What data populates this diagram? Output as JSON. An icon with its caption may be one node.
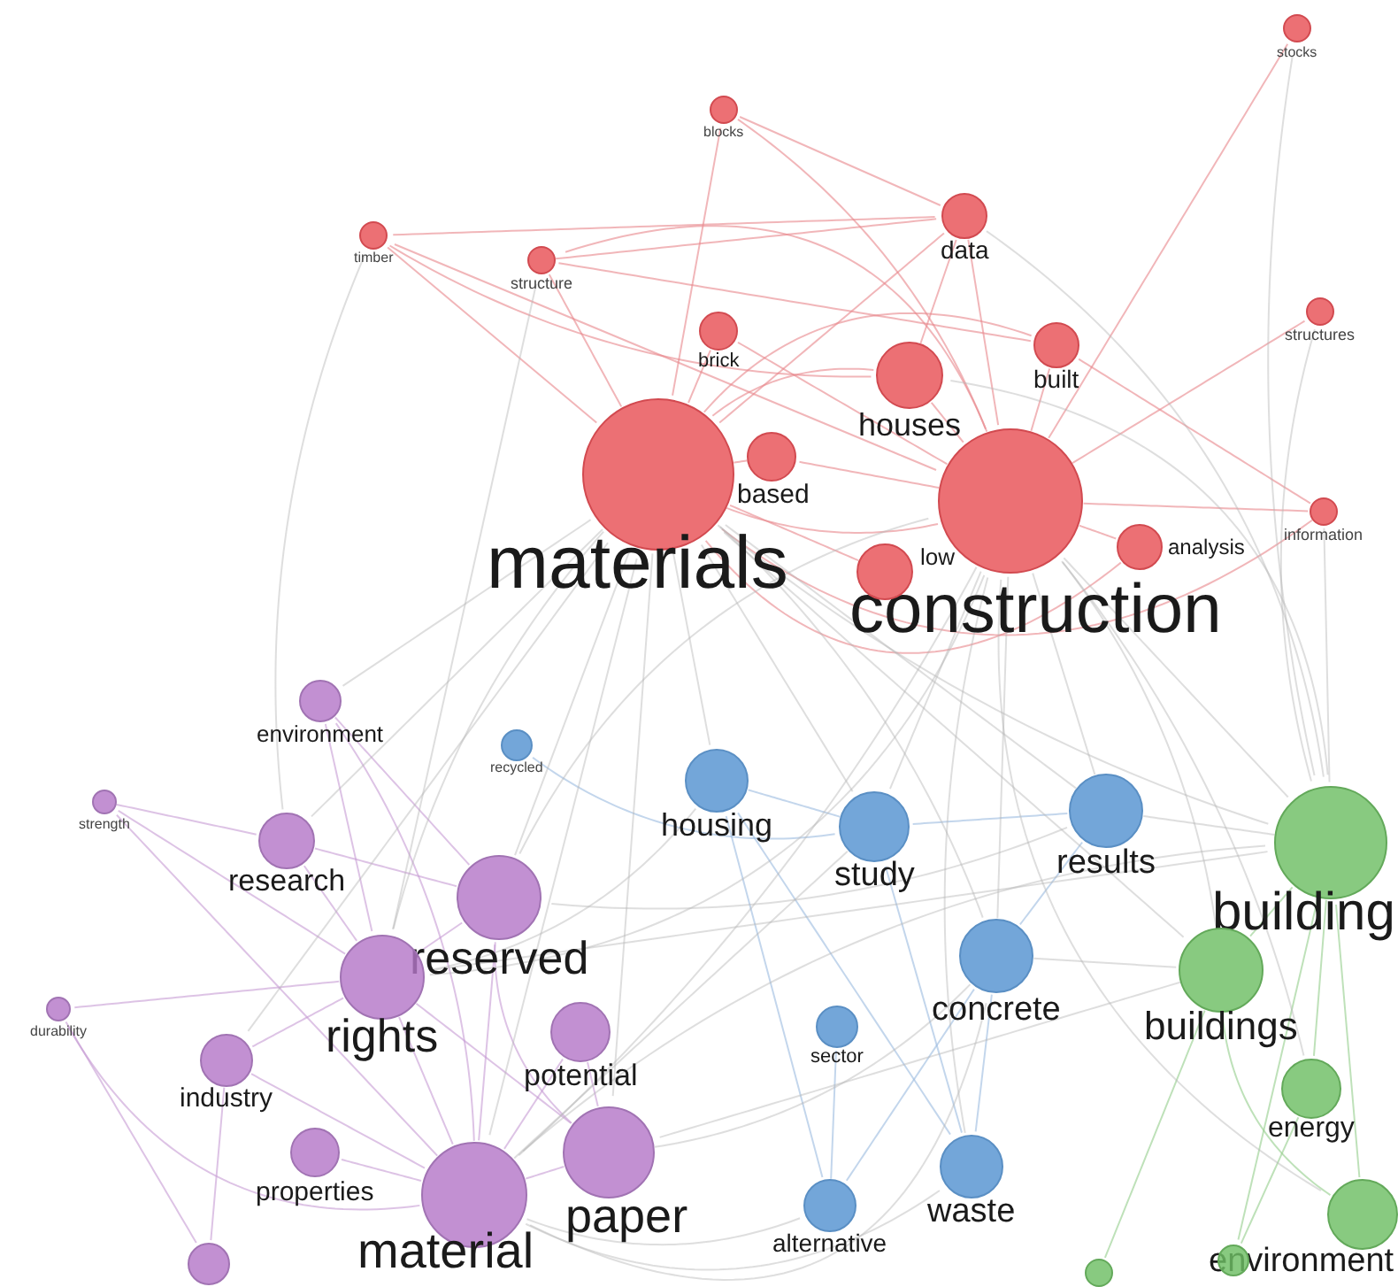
{
  "diagram": {
    "nodes": [
      {
        "text": [
          "stocks"
        ]
      },
      {
        "text": [
          "blocks"
        ]
      },
      {
        "text": [
          "timber"
        ]
      },
      {
        "text": [
          "structure"
        ]
      },
      {
        "text": [
          "data"
        ]
      },
      {
        "text": [
          "structures"
        ]
      },
      {
        "text": [
          "brick"
        ]
      },
      {
        "text": [
          "built"
        ]
      },
      {
        "text": [
          "houses"
        ]
      },
      {
        "text": [
          "materials"
        ]
      },
      {
        "text": [
          "based"
        ]
      },
      {
        "text": [
          "construction"
        ]
      },
      {
        "text": [
          "information"
        ]
      },
      {
        "text": [
          "analysis"
        ]
      },
      {
        "text": [
          "low"
        ]
      },
      {
        "text": [
          "environment"
        ]
      },
      {
        "text": [
          "strength"
        ]
      },
      {
        "text": [
          "research"
        ]
      },
      {
        "text": [
          "reserved"
        ]
      },
      {
        "text": [
          "rights"
        ]
      },
      {
        "text": [
          "potential"
        ]
      },
      {
        "text": [
          "durability"
        ]
      },
      {
        "text": [
          "industry"
        ]
      },
      {
        "text": [
          "properties"
        ]
      },
      {
        "text": [
          "paper"
        ]
      },
      {
        "text": [
          "material"
        ]
      },
      {
        "text": [],
        "shape": "circle"
      },
      {
        "text": [
          "recycled"
        ]
      },
      {
        "text": [
          "housing"
        ]
      },
      {
        "text": [
          "study"
        ]
      },
      {
        "text": [
          "results"
        ]
      },
      {
        "text": [
          "concrete"
        ]
      },
      {
        "text": [
          "sector"
        ]
      },
      {
        "text": [
          "waste"
        ]
      },
      {
        "text": [
          "alternative"
        ]
      },
      {
        "text": [
          "building"
        ]
      },
      {
        "text": [
          "buildings"
        ]
      },
      {
        "text": [
          "energy"
        ]
      },
      {
        "text": [
          "environment"
        ]
      },
      {
        "text": [],
        "shape": "circle"
      },
      {
        "text": [],
        "shape": "circle"
      }
    ],
    "edges": [
      {
        "from": 9,
        "to": 11,
        "arrow": "none",
        "color": "#e8868a"
      },
      {
        "from": 9,
        "to": 8,
        "arrow": "none",
        "color": "#e8868a"
      },
      {
        "from": 9,
        "to": 10,
        "arrow": "none",
        "color": "#e8868a"
      },
      {
        "from": 9,
        "to": 4,
        "arrow": "none",
        "color": "#e8868a"
      },
      {
        "from": 9,
        "to": 7,
        "arrow": "none",
        "color": "#e8868a"
      },
      {
        "from": 9,
        "to": 6,
        "arrow": "none",
        "color": "#e8868a"
      },
      {
        "from": 9,
        "to": 3,
        "arrow": "none",
        "color": "#e8868a"
      },
      {
        "from": 9,
        "to": 2,
        "arrow": "none",
        "color": "#e8868a"
      },
      {
        "from": 9,
        "to": 1,
        "arrow": "none",
        "color": "#e8868a"
      },
      {
        "from": 9,
        "to": 13,
        "arrow": "none",
        "color": "#e8868a"
      },
      {
        "from": 9,
        "to": 12,
        "arrow": "none",
        "color": "#e8868a"
      },
      {
        "from": 9,
        "to": 14,
        "arrow": "none",
        "color": "#e8868a"
      },
      {
        "from": 11,
        "to": 4,
        "arrow": "none",
        "color": "#e8868a"
      },
      {
        "from": 11,
        "to": 7,
        "arrow": "none",
        "color": "#e8868a"
      },
      {
        "from": 11,
        "to": 8,
        "arrow": "none",
        "color": "#e8868a"
      },
      {
        "from": 11,
        "to": 10,
        "arrow": "none",
        "color": "#e8868a"
      },
      {
        "from": 11,
        "to": 12,
        "arrow": "none",
        "color": "#e8868a"
      },
      {
        "from": 11,
        "to": 13,
        "arrow": "none",
        "color": "#e8868a"
      },
      {
        "from": 11,
        "to": 5,
        "arrow": "none",
        "color": "#e8868a"
      },
      {
        "from": 11,
        "to": 0,
        "arrow": "none",
        "color": "#e8868a"
      },
      {
        "from": 11,
        "to": 3,
        "arrow": "none",
        "color": "#e8868a"
      },
      {
        "from": 11,
        "to": 2,
        "arrow": "none",
        "color": "#e8868a"
      },
      {
        "from": 11,
        "to": 1,
        "arrow": "none",
        "color": "#e8868a"
      },
      {
        "from": 11,
        "to": 6,
        "arrow": "none",
        "color": "#e8868a"
      },
      {
        "from": 4,
        "to": 8,
        "arrow": "none",
        "color": "#e8868a"
      },
      {
        "from": 4,
        "to": 3,
        "arrow": "none",
        "color": "#e8868a"
      },
      {
        "from": 4,
        "to": 2,
        "arrow": "none",
        "color": "#e8868a"
      },
      {
        "from": 7,
        "to": 3,
        "arrow": "none",
        "color": "#e8868a"
      },
      {
        "from": 7,
        "to": 12,
        "arrow": "none",
        "color": "#e8868a"
      },
      {
        "from": 8,
        "to": 2,
        "arrow": "none",
        "color": "#e8868a"
      },
      {
        "from": 1,
        "to": 4,
        "arrow": "none",
        "color": "#e8868a"
      },
      {
        "from": 18,
        "to": 19,
        "arrow": "none",
        "color": "#c79bd3"
      },
      {
        "from": 18,
        "to": 25,
        "arrow": "none",
        "color": "#c79bd3"
      },
      {
        "from": 18,
        "to": 24,
        "arrow": "none",
        "color": "#c79bd3"
      },
      {
        "from": 18,
        "to": 17,
        "arrow": "none",
        "color": "#c79bd3"
      },
      {
        "from": 18,
        "to": 15,
        "arrow": "none",
        "color": "#c79bd3"
      },
      {
        "from": 19,
        "to": 25,
        "arrow": "none",
        "color": "#c79bd3"
      },
      {
        "from": 19,
        "to": 24,
        "arrow": "none",
        "color": "#c79bd3"
      },
      {
        "from": 19,
        "to": 22,
        "arrow": "none",
        "color": "#c79bd3"
      },
      {
        "from": 19,
        "to": 17,
        "arrow": "none",
        "color": "#c79bd3"
      },
      {
        "from": 25,
        "to": 24,
        "arrow": "none",
        "color": "#c79bd3"
      },
      {
        "from": 25,
        "to": 23,
        "arrow": "none",
        "color": "#c79bd3"
      },
      {
        "from": 25,
        "to": 22,
        "arrow": "none",
        "color": "#c79bd3"
      },
      {
        "from": 25,
        "to": 20,
        "arrow": "none",
        "color": "#c79bd3"
      },
      {
        "from": 16,
        "to": 17,
        "arrow": "none",
        "color": "#c79bd3"
      },
      {
        "from": 16,
        "to": 25,
        "arrow": "none",
        "color": "#c79bd3"
      },
      {
        "from": 16,
        "to": 19,
        "arrow": "none",
        "color": "#c79bd3"
      },
      {
        "from": 21,
        "to": 19,
        "arrow": "none",
        "color": "#c79bd3"
      },
      {
        "from": 21,
        "to": 25,
        "arrow": "none",
        "color": "#c79bd3"
      },
      {
        "from": 15,
        "to": 19,
        "arrow": "none",
        "color": "#c79bd3"
      },
      {
        "from": 15,
        "to": 25,
        "arrow": "none",
        "color": "#c79bd3"
      },
      {
        "from": 22,
        "to": 26,
        "arrow": "none",
        "color": "#c79bd3"
      },
      {
        "from": 21,
        "to": 26,
        "arrow": "none",
        "color": "#c79bd3"
      },
      {
        "from": 20,
        "to": 24,
        "arrow": "none",
        "color": "#c79bd3"
      },
      {
        "from": 28,
        "to": 29,
        "arrow": "none",
        "color": "#9bbbe0"
      },
      {
        "from": 29,
        "to": 30,
        "arrow": "none",
        "color": "#9bbbe0"
      },
      {
        "from": 30,
        "to": 31,
        "arrow": "none",
        "color": "#9bbbe0"
      },
      {
        "from": 31,
        "to": 33,
        "arrow": "none",
        "color": "#9bbbe0"
      },
      {
        "from": 28,
        "to": 33,
        "arrow": "none",
        "color": "#9bbbe0"
      },
      {
        "from": 29,
        "to": 33,
        "arrow": "none",
        "color": "#9bbbe0"
      },
      {
        "from": 32,
        "to": 34,
        "arrow": "none",
        "color": "#9bbbe0"
      },
      {
        "from": 28,
        "to": 34,
        "arrow": "none",
        "color": "#9bbbe0"
      },
      {
        "from": 27,
        "to": 29,
        "arrow": "none",
        "color": "#9bbbe0"
      },
      {
        "from": 31,
        "to": 34,
        "arrow": "none",
        "color": "#9bbbe0"
      },
      {
        "from": 35,
        "to": 36,
        "arrow": "none",
        "color": "#93cd8b"
      },
      {
        "from": 35,
        "to": 37,
        "arrow": "none",
        "color": "#93cd8b"
      },
      {
        "from": 35,
        "to": 38,
        "arrow": "none",
        "color": "#93cd8b"
      },
      {
        "from": 36,
        "to": 38,
        "arrow": "none",
        "color": "#93cd8b"
      },
      {
        "from": 36,
        "to": 39,
        "arrow": "none",
        "color": "#93cd8b"
      },
      {
        "from": 37,
        "to": 40,
        "arrow": "none",
        "color": "#93cd8b"
      },
      {
        "from": 35,
        "to": 40,
        "arrow": "none",
        "color": "#93cd8b"
      },
      {
        "from": 9,
        "to": 19,
        "arrow": "none"
      },
      {
        "from": 9,
        "to": 18,
        "arrow": "none"
      },
      {
        "from": 9,
        "to": 25,
        "arrow": "none"
      },
      {
        "from": 9,
        "to": 24,
        "arrow": "none"
      },
      {
        "from": 9,
        "to": 35,
        "arrow": "none"
      },
      {
        "from": 9,
        "to": 36,
        "arrow": "none"
      },
      {
        "from": 9,
        "to": 31,
        "arrow": "none"
      },
      {
        "from": 9,
        "to": 28,
        "arrow": "none"
      },
      {
        "from": 9,
        "to": 29,
        "arrow": "none"
      },
      {
        "from": 9,
        "to": 30,
        "arrow": "none"
      },
      {
        "from": 11,
        "to": 35,
        "arrow": "none"
      },
      {
        "from": 11,
        "to": 36,
        "arrow": "none"
      },
      {
        "from": 11,
        "to": 31,
        "arrow": "none"
      },
      {
        "from": 11,
        "to": 25,
        "arrow": "none"
      },
      {
        "from": 11,
        "to": 18,
        "arrow": "none"
      },
      {
        "from": 11,
        "to": 19,
        "arrow": "none"
      },
      {
        "from": 11,
        "to": 30,
        "arrow": "none"
      },
      {
        "from": 11,
        "to": 29,
        "arrow": "none"
      },
      {
        "from": 11,
        "to": 33,
        "arrow": "none"
      },
      {
        "from": 11,
        "to": 37,
        "arrow": "none"
      },
      {
        "from": 11,
        "to": 38,
        "arrow": "none"
      },
      {
        "from": 9,
        "to": 17,
        "arrow": "none"
      },
      {
        "from": 9,
        "to": 15,
        "arrow": "none"
      },
      {
        "from": 9,
        "to": 22,
        "arrow": "none"
      },
      {
        "from": 2,
        "to": 17,
        "arrow": "none"
      },
      {
        "from": 3,
        "to": 19,
        "arrow": "none"
      },
      {
        "from": 8,
        "to": 35,
        "arrow": "none"
      },
      {
        "from": 25,
        "to": 35,
        "arrow": "none"
      },
      {
        "from": 25,
        "to": 31,
        "arrow": "none"
      },
      {
        "from": 19,
        "to": 35,
        "arrow": "none"
      },
      {
        "from": 18,
        "to": 30,
        "arrow": "none"
      },
      {
        "from": 24,
        "to": 31,
        "arrow": "none"
      },
      {
        "from": 24,
        "to": 36,
        "arrow": "none"
      },
      {
        "from": 36,
        "to": 31,
        "arrow": "none"
      },
      {
        "from": 30,
        "to": 35,
        "arrow": "none"
      },
      {
        "from": 28,
        "to": 19,
        "arrow": "none"
      },
      {
        "from": 29,
        "to": 25,
        "arrow": "none"
      },
      {
        "from": 33,
        "to": 25,
        "arrow": "none"
      },
      {
        "from": 34,
        "to": 25,
        "arrow": "none"
      },
      {
        "from": 5,
        "to": 35,
        "arrow": "none"
      },
      {
        "from": 12,
        "to": 35,
        "arrow": "none"
      },
      {
        "from": 0,
        "to": 35,
        "arrow": "none"
      },
      {
        "from": 4,
        "to": 35,
        "arrow": "none"
      }
    ]
  }
}
